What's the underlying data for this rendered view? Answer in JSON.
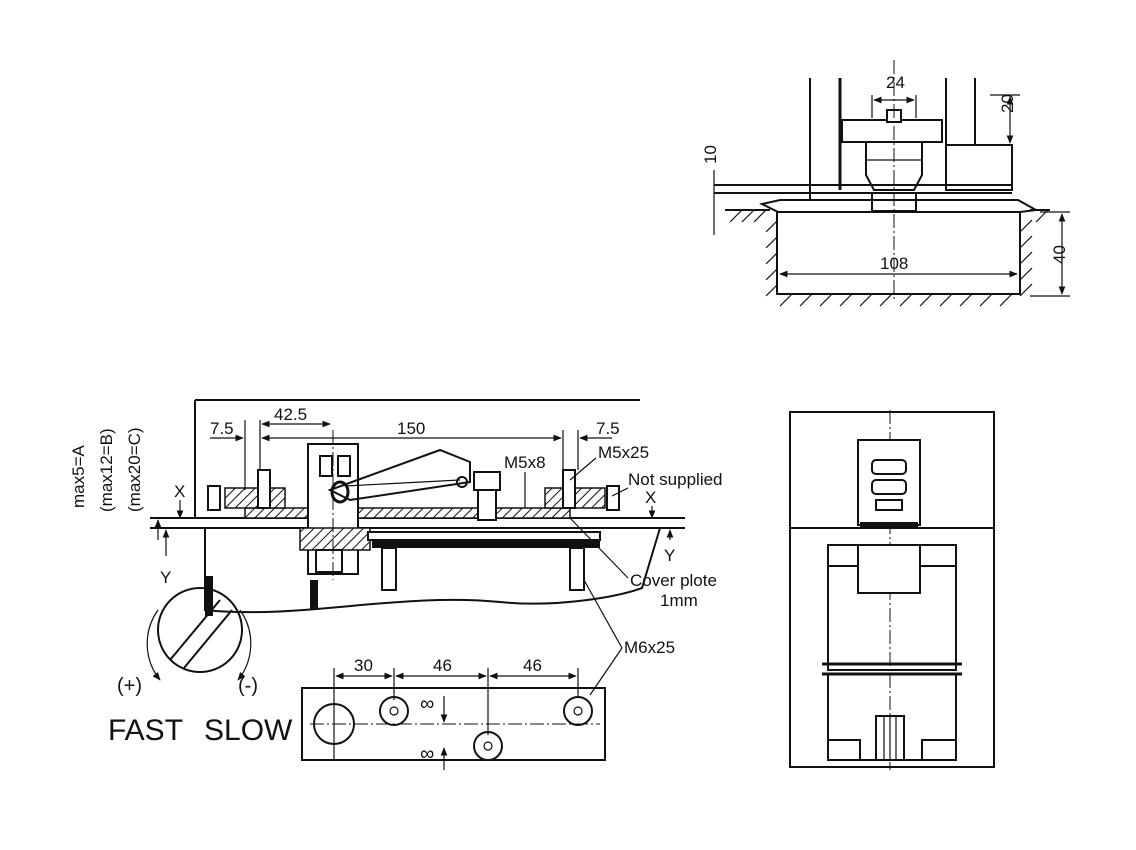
{
  "top_view": {
    "dim_24": "24",
    "dim_20": "20",
    "dim_10": "10",
    "dim_108": "108",
    "dim_40": "40"
  },
  "side_view": {
    "max_a": "max5=A",
    "max_b": "(max12=B)",
    "max_c": "(max20=C)",
    "x_label_left": "X",
    "x_label_right": "X",
    "y_label_left": "Y",
    "y_label_right": "Y",
    "dim_7_5_left": "7.5",
    "dim_42_5": "42.5",
    "dim_150": "150",
    "dim_7_5_right": "7.5",
    "m5x8": "M5x8",
    "m5x25": "M5x25",
    "not_supplied": "Not supplied",
    "cover_plate_1": "Cover plote",
    "cover_plate_2": "1mm",
    "m6x25": "M6x25"
  },
  "speed": {
    "plus": "(+)",
    "minus": "(-)",
    "fast": "FAST",
    "slow": "SLOW"
  },
  "plate": {
    "dim_30": "30",
    "dim_46_a": "46",
    "dim_46_b": "46",
    "inf_top": "∞",
    "inf_bottom": "∞"
  }
}
